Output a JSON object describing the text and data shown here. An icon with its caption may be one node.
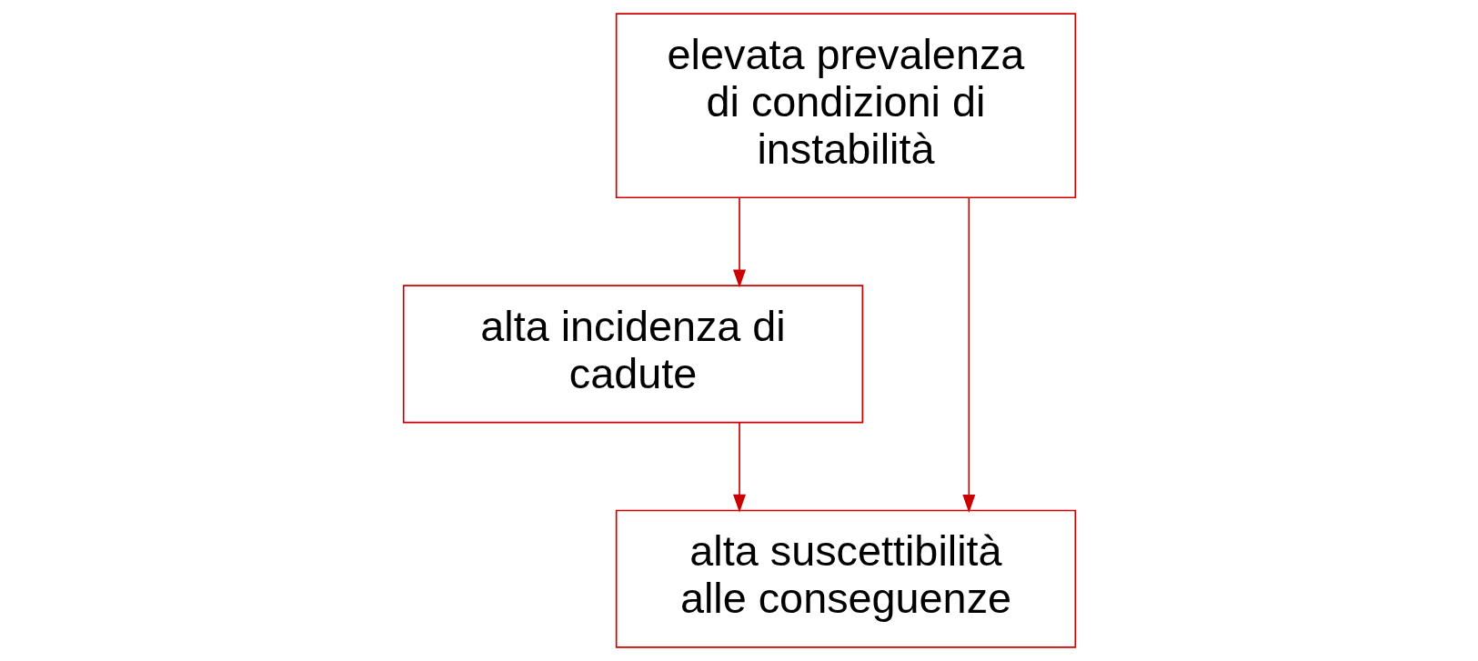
{
  "diagram": {
    "nodes": [
      {
        "text": [
          "elevata prevalenza di condizioni di instabilità"
        ]
      },
      {
        "text": [
          "alta incidenza di cadute"
        ]
      },
      {
        "text": [
          "alta suscettibilità alle conseguenze"
        ]
      }
    ],
    "edges": [
      {
        "from": 0,
        "to": 1,
        "arrow": "to"
      },
      {
        "from": 0,
        "to": 2,
        "arrow": "to"
      },
      {
        "from": 1,
        "to": 2,
        "arrow": "to"
      }
    ]
  }
}
